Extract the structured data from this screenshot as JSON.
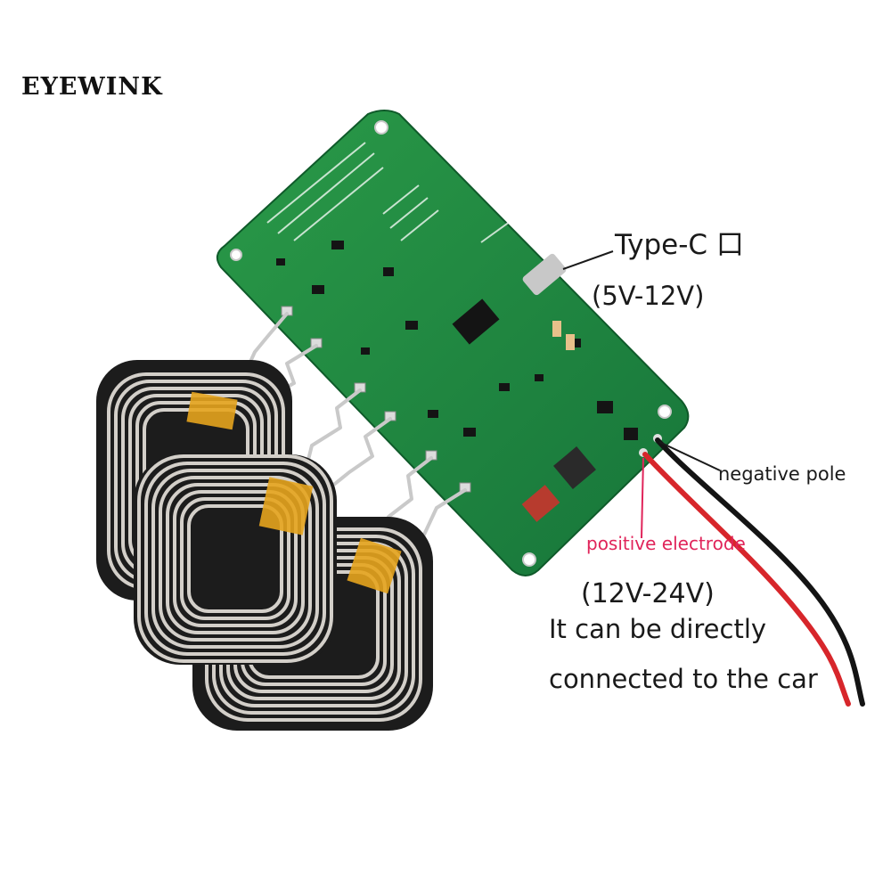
{
  "brand": "EYEWINK",
  "labels": {
    "type_c": "Type-C 口",
    "input_range_typec": "(5V-12V)",
    "negative_pole": "negative pole",
    "positive_electrode": "positive electrode",
    "input_range_car": "(12V-24V)",
    "car_line1": "It can be directly",
    "car_line2": "connected to the car"
  },
  "colors": {
    "pcb": "#1f8a3c",
    "coil": "#d3cfc9",
    "ferrite": "#1c1c1c",
    "kapton": "#e6a41e",
    "positive_text": "#e0245a",
    "wire_red": "#d7262b",
    "wire_black": "#141414"
  }
}
